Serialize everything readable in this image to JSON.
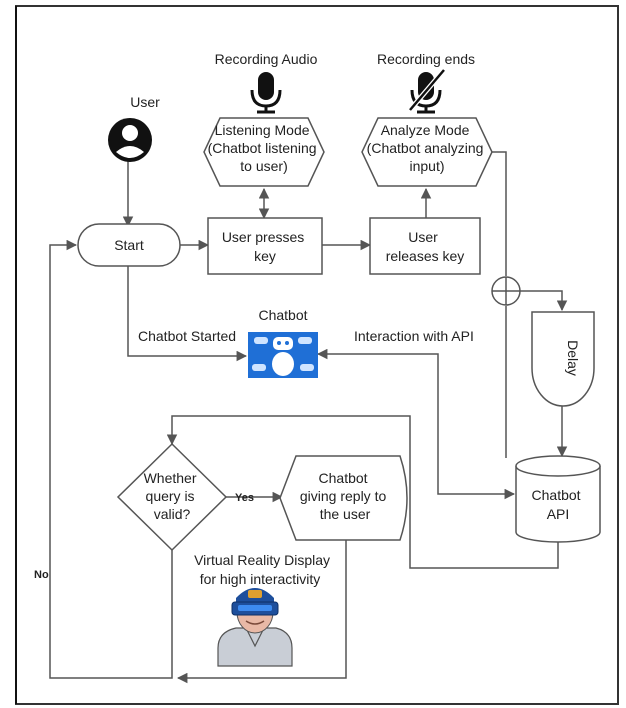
{
  "nodes": {
    "user_label": "User",
    "start": "Start",
    "user_presses_key": [
      "User presses",
      "key"
    ],
    "user_releases_key": [
      "User",
      "releases key"
    ],
    "listening_mode": [
      "Listening Mode",
      "(Chatbot listening",
      "to user)"
    ],
    "analyze_mode": [
      "Analyze Mode",
      "(Chatbot analyzing",
      "input)"
    ],
    "recording_audio": "Recording Audio",
    "recording_ends": "Recording ends",
    "chatbot_title": "Chatbot",
    "chatbot_started": "Chatbot Started",
    "interaction_api": "Interaction with API",
    "delay": "Delay",
    "chatbot_api": [
      "Chatbot",
      "API"
    ],
    "decision": [
      "Whether",
      "query is",
      "valid?"
    ],
    "reply": [
      "Chatbot",
      "giving reply to",
      "the user"
    ],
    "vr_display": [
      "Virtual Reality Display",
      "for high interactivity"
    ],
    "yes": "Yes",
    "no": "No"
  },
  "colors": {
    "stroke": "#555555",
    "icon_dark": "#111111",
    "chatbot_blue": "#1f6fd6",
    "vr_headset": "#1e4f9c",
    "vr_face": "#e8b9a6"
  }
}
